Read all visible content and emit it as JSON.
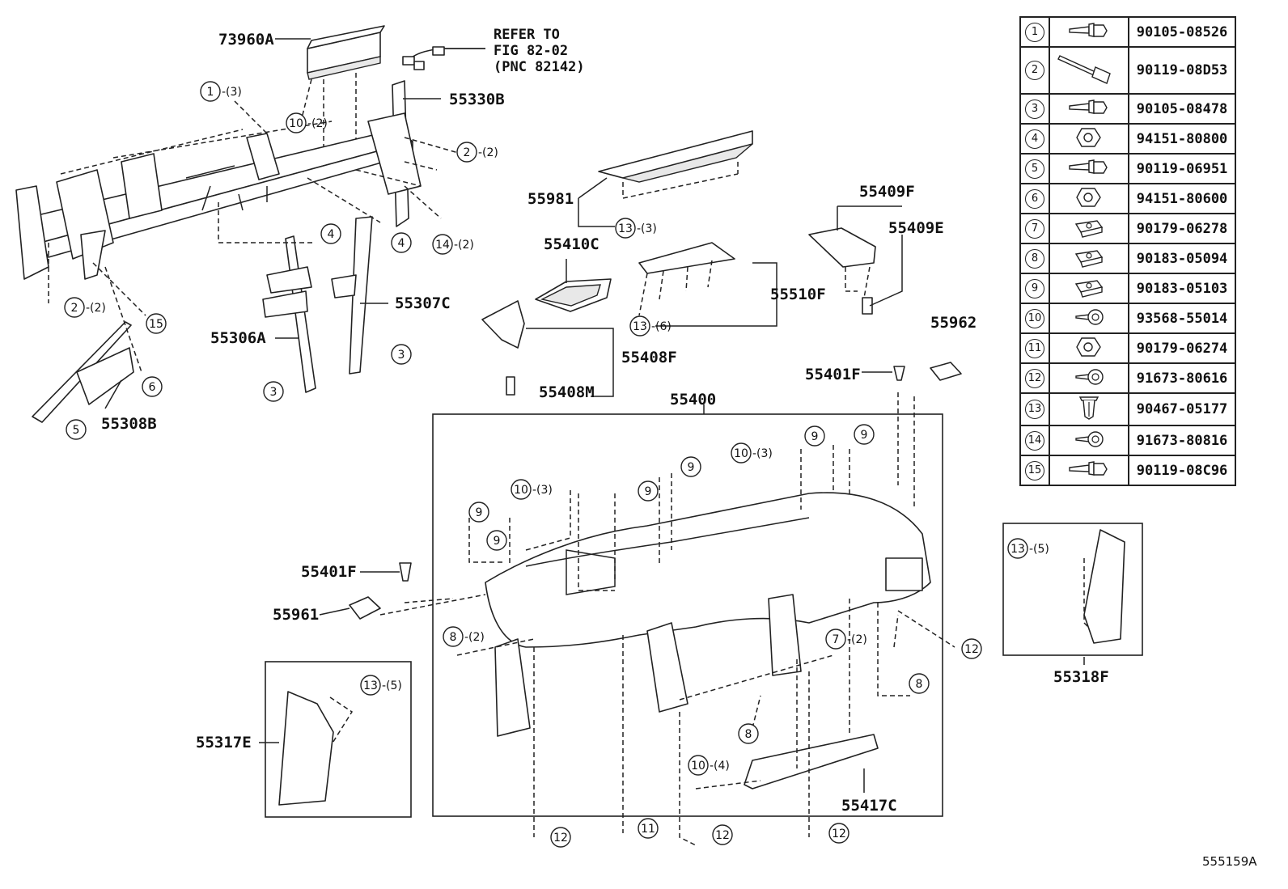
{
  "diagram_id": "555159A",
  "reference_note": [
    "REFER TO",
    "FIG 82-02",
    "(PNC 82142)"
  ],
  "part_labels": {
    "p73960A": "73960A",
    "p55330B": "55330B",
    "p55981": "55981",
    "p55409F": "55409F",
    "p55409E": "55409E",
    "p55410C": "55410C",
    "p55510F": "55510F",
    "p55307C": "55307C",
    "p55306A": "55306A",
    "p55408F": "55408F",
    "p55408M": "55408M",
    "p55962": "55962",
    "p55401F_top": "55401F",
    "p55400": "55400",
    "p55308B": "55308B",
    "p55401F_left": "55401F",
    "p55961": "55961",
    "p55317E": "55317E",
    "p55417C": "55417C",
    "p55318F": "55318F"
  },
  "callouts": {
    "c1": {
      "num": "1",
      "qty": "-(3)"
    },
    "c10a": {
      "num": "10",
      "qty": "-(2)"
    },
    "c2a": {
      "num": "2",
      "qty": "-(2)"
    },
    "c13a": {
      "num": "13",
      "qty": "-(3)"
    },
    "c14": {
      "num": "14",
      "qty": "-(2)"
    },
    "c4a": {
      "num": "4",
      "qty": ""
    },
    "c4b": {
      "num": "4",
      "qty": ""
    },
    "c2b": {
      "num": "2",
      "qty": "-(2)"
    },
    "c15": {
      "num": "15",
      "qty": ""
    },
    "c6": {
      "num": "6",
      "qty": ""
    },
    "c5": {
      "num": "5",
      "qty": ""
    },
    "c3a": {
      "num": "3",
      "qty": ""
    },
    "c3b": {
      "num": "3",
      "qty": ""
    },
    "c13b": {
      "num": "13",
      "qty": "-(6)"
    },
    "c10b": {
      "num": "10",
      "qty": "-(3)"
    },
    "c10c": {
      "num": "10",
      "qty": "-(3)"
    },
    "c9a": {
      "num": "9",
      "qty": ""
    },
    "c9b": {
      "num": "9",
      "qty": ""
    },
    "c9c": {
      "num": "9",
      "qty": ""
    },
    "c9d": {
      "num": "9",
      "qty": ""
    },
    "c9e": {
      "num": "9",
      "qty": ""
    },
    "c9f": {
      "num": "9",
      "qty": ""
    },
    "c8a": {
      "num": "8",
      "qty": "-(2)"
    },
    "c7": {
      "num": "7",
      "qty": "-(2)"
    },
    "c8b": {
      "num": "8",
      "qty": ""
    },
    "c8c": {
      "num": "8",
      "qty": ""
    },
    "c10d": {
      "num": "10",
      "qty": "-(4)"
    },
    "c12a": {
      "num": "12",
      "qty": ""
    },
    "c12b": {
      "num": "12",
      "qty": ""
    },
    "c12c": {
      "num": "12",
      "qty": ""
    },
    "c12d": {
      "num": "12",
      "qty": ""
    },
    "c11": {
      "num": "11",
      "qty": ""
    },
    "c13c": {
      "num": "13",
      "qty": "-(5)"
    },
    "c13d": {
      "num": "13",
      "qty": "-(5)"
    }
  },
  "fasteners": [
    {
      "no": "1",
      "part_number": "90105-08526",
      "icon": "flange-bolt-icon"
    },
    {
      "no": "2",
      "part_number": "90119-08D53",
      "icon": "long-bolt-icon"
    },
    {
      "no": "3",
      "part_number": "90105-08478",
      "icon": "flange-bolt-icon"
    },
    {
      "no": "4",
      "part_number": "94151-80800",
      "icon": "flange-nut-icon"
    },
    {
      "no": "5",
      "part_number": "90119-06951",
      "icon": "flange-bolt-icon"
    },
    {
      "no": "6",
      "part_number": "94151-80600",
      "icon": "flange-nut-icon"
    },
    {
      "no": "7",
      "part_number": "90179-06278",
      "icon": "clip-nut-icon"
    },
    {
      "no": "8",
      "part_number": "90183-05094",
      "icon": "clip-nut-icon"
    },
    {
      "no": "9",
      "part_number": "90183-05103",
      "icon": "clip-nut-icon"
    },
    {
      "no": "10",
      "part_number": "93568-55014",
      "icon": "tapping-screw-icon"
    },
    {
      "no": "11",
      "part_number": "90179-06274",
      "icon": "flange-nut-icon"
    },
    {
      "no": "12",
      "part_number": "91673-80616",
      "icon": "tapping-screw-icon"
    },
    {
      "no": "13",
      "part_number": "90467-05177",
      "icon": "push-clip-icon"
    },
    {
      "no": "14",
      "part_number": "91673-80816",
      "icon": "tapping-screw-icon"
    },
    {
      "no": "15",
      "part_number": "90119-08C96",
      "icon": "flange-bolt-icon"
    }
  ]
}
